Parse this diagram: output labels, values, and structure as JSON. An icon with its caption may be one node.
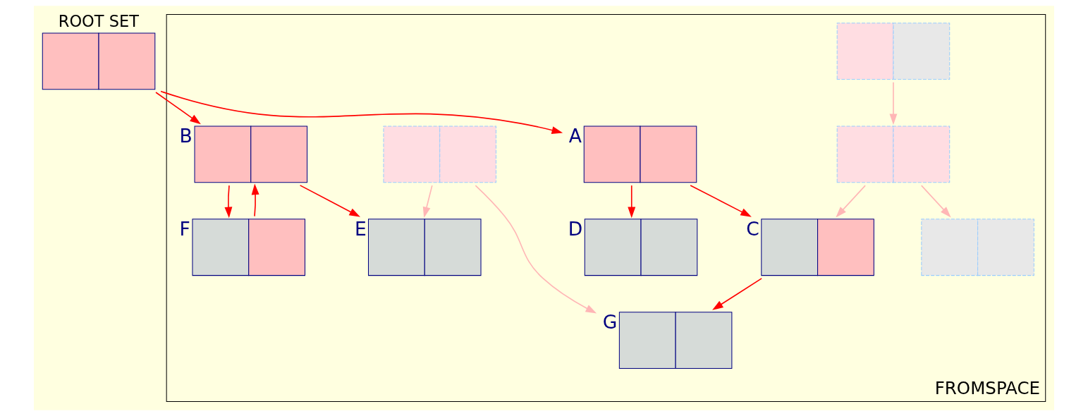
{
  "diagram": {
    "nodes": [
      {
        "text": [],
        "shape": "box",
        "beside": [
          "ROOT SET"
        ]
      },
      {
        "text": [
          "FROMSPACE"
        ]
      },
      {
        "text": [],
        "shape": "box",
        "in": 1
      },
      {
        "text": [],
        "shape": "box",
        "in": 1,
        "beside": [
          "A"
        ]
      },
      {
        "text": [],
        "shape": "box",
        "in": 1
      },
      {
        "text": [],
        "shape": "box",
        "in": 1,
        "beside": [
          "B"
        ]
      },
      {
        "text": [],
        "shape": "box",
        "in": 1
      },
      {
        "text": [],
        "shape": "box",
        "in": 1,
        "beside": [
          "C"
        ]
      },
      {
        "text": [],
        "shape": "box",
        "in": 1,
        "beside": [
          "G"
        ]
      },
      {
        "text": [],
        "shape": "box",
        "in": 1,
        "beside": [
          "F"
        ]
      },
      {
        "text": [],
        "shape": "box",
        "in": 1
      },
      {
        "text": [],
        "shape": "box",
        "in": 1,
        "beside": [
          "D"
        ]
      },
      {
        "text": [],
        "shape": "box",
        "in": 1,
        "beside": [
          "E"
        ]
      }
    ],
    "edges": [
      {
        "from": 0,
        "to": 3,
        "arrow": "to"
      },
      {
        "from": 0,
        "to": 5,
        "arrow": "to"
      },
      {
        "from": 2,
        "to": 6,
        "arrow": "to",
        "color": "#ffb6b6"
      },
      {
        "from": 3,
        "to": 7,
        "arrow": "to"
      },
      {
        "from": 3,
        "to": 11,
        "arrow": "to"
      },
      {
        "from": 4,
        "to": 8,
        "arrow": "to",
        "color": "#ffb6b6"
      },
      {
        "from": 4,
        "to": 12,
        "arrow": "to",
        "color": "#ffb6b6"
      },
      {
        "from": 5,
        "to": 12,
        "arrow": "to"
      },
      {
        "from": 5,
        "to": 9,
        "arrow": "to"
      },
      {
        "from": 9,
        "to": 5,
        "arrow": "to"
      },
      {
        "from": 6,
        "to": 7,
        "arrow": "to",
        "color": "#ffb6b6"
      },
      {
        "from": 6,
        "to": 10,
        "arrow": "to",
        "color": "#ffb6b6"
      },
      {
        "from": 7,
        "to": 8,
        "arrow": "to"
      }
    ]
  }
}
